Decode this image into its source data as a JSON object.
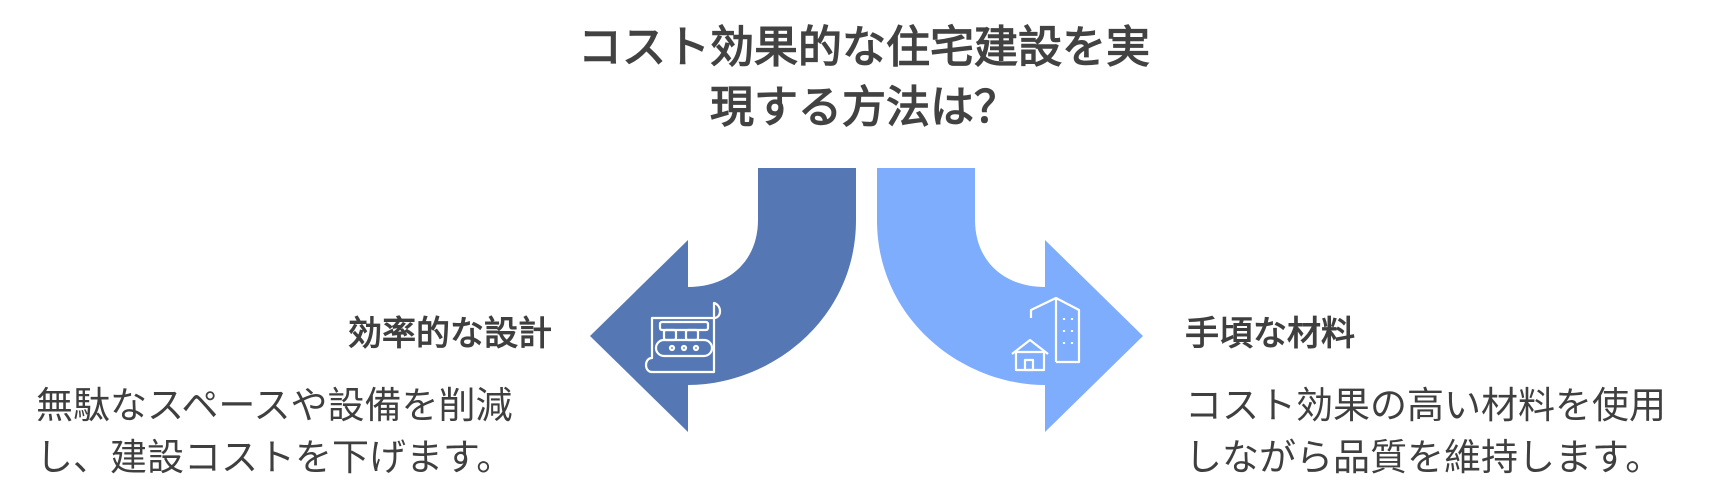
{
  "title": {
    "line1": "コスト効果的な住宅建設を実",
    "line2": "現する方法は？"
  },
  "left": {
    "heading": "効率的な設計",
    "desc_line1": "無駄なスペースや設備を削減",
    "desc_line2": "し、建設コストを下げます。",
    "color": "#5578b4",
    "icon": "conveyor-belt-icon"
  },
  "right": {
    "heading": "手頃な材料",
    "desc_line1": "コスト効果の高い材料を使用",
    "desc_line2": "しながら品質を維持します。",
    "color": "#7eadfd",
    "icon": "buildings-icon"
  }
}
